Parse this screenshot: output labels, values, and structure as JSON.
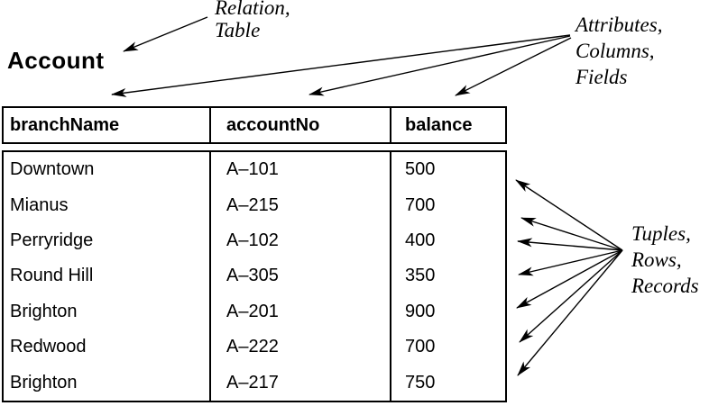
{
  "diagram": {
    "title": "Account",
    "labels": {
      "relation": [
        "Relation,",
        "Table"
      ],
      "attributes": [
        "Attributes,",
        "Columns,",
        "Fields"
      ],
      "tuples": [
        "Tuples,",
        "Rows,",
        "Records"
      ]
    },
    "table": {
      "headers": [
        "branchName",
        "accountNo",
        "balance"
      ],
      "rows": [
        [
          "Downtown",
          "A–101",
          "500"
        ],
        [
          "Mianus",
          "A–215",
          "700"
        ],
        [
          "Perryridge",
          "A–102",
          "400"
        ],
        [
          "Round Hill",
          "A–305",
          "350"
        ],
        [
          "Brighton",
          "A–201",
          "900"
        ],
        [
          "Redwood",
          "A–222",
          "700"
        ],
        [
          "Brighton",
          "A–217",
          "750"
        ]
      ]
    },
    "colors": {
      "ink": "#000000",
      "background": "#ffffff"
    }
  }
}
